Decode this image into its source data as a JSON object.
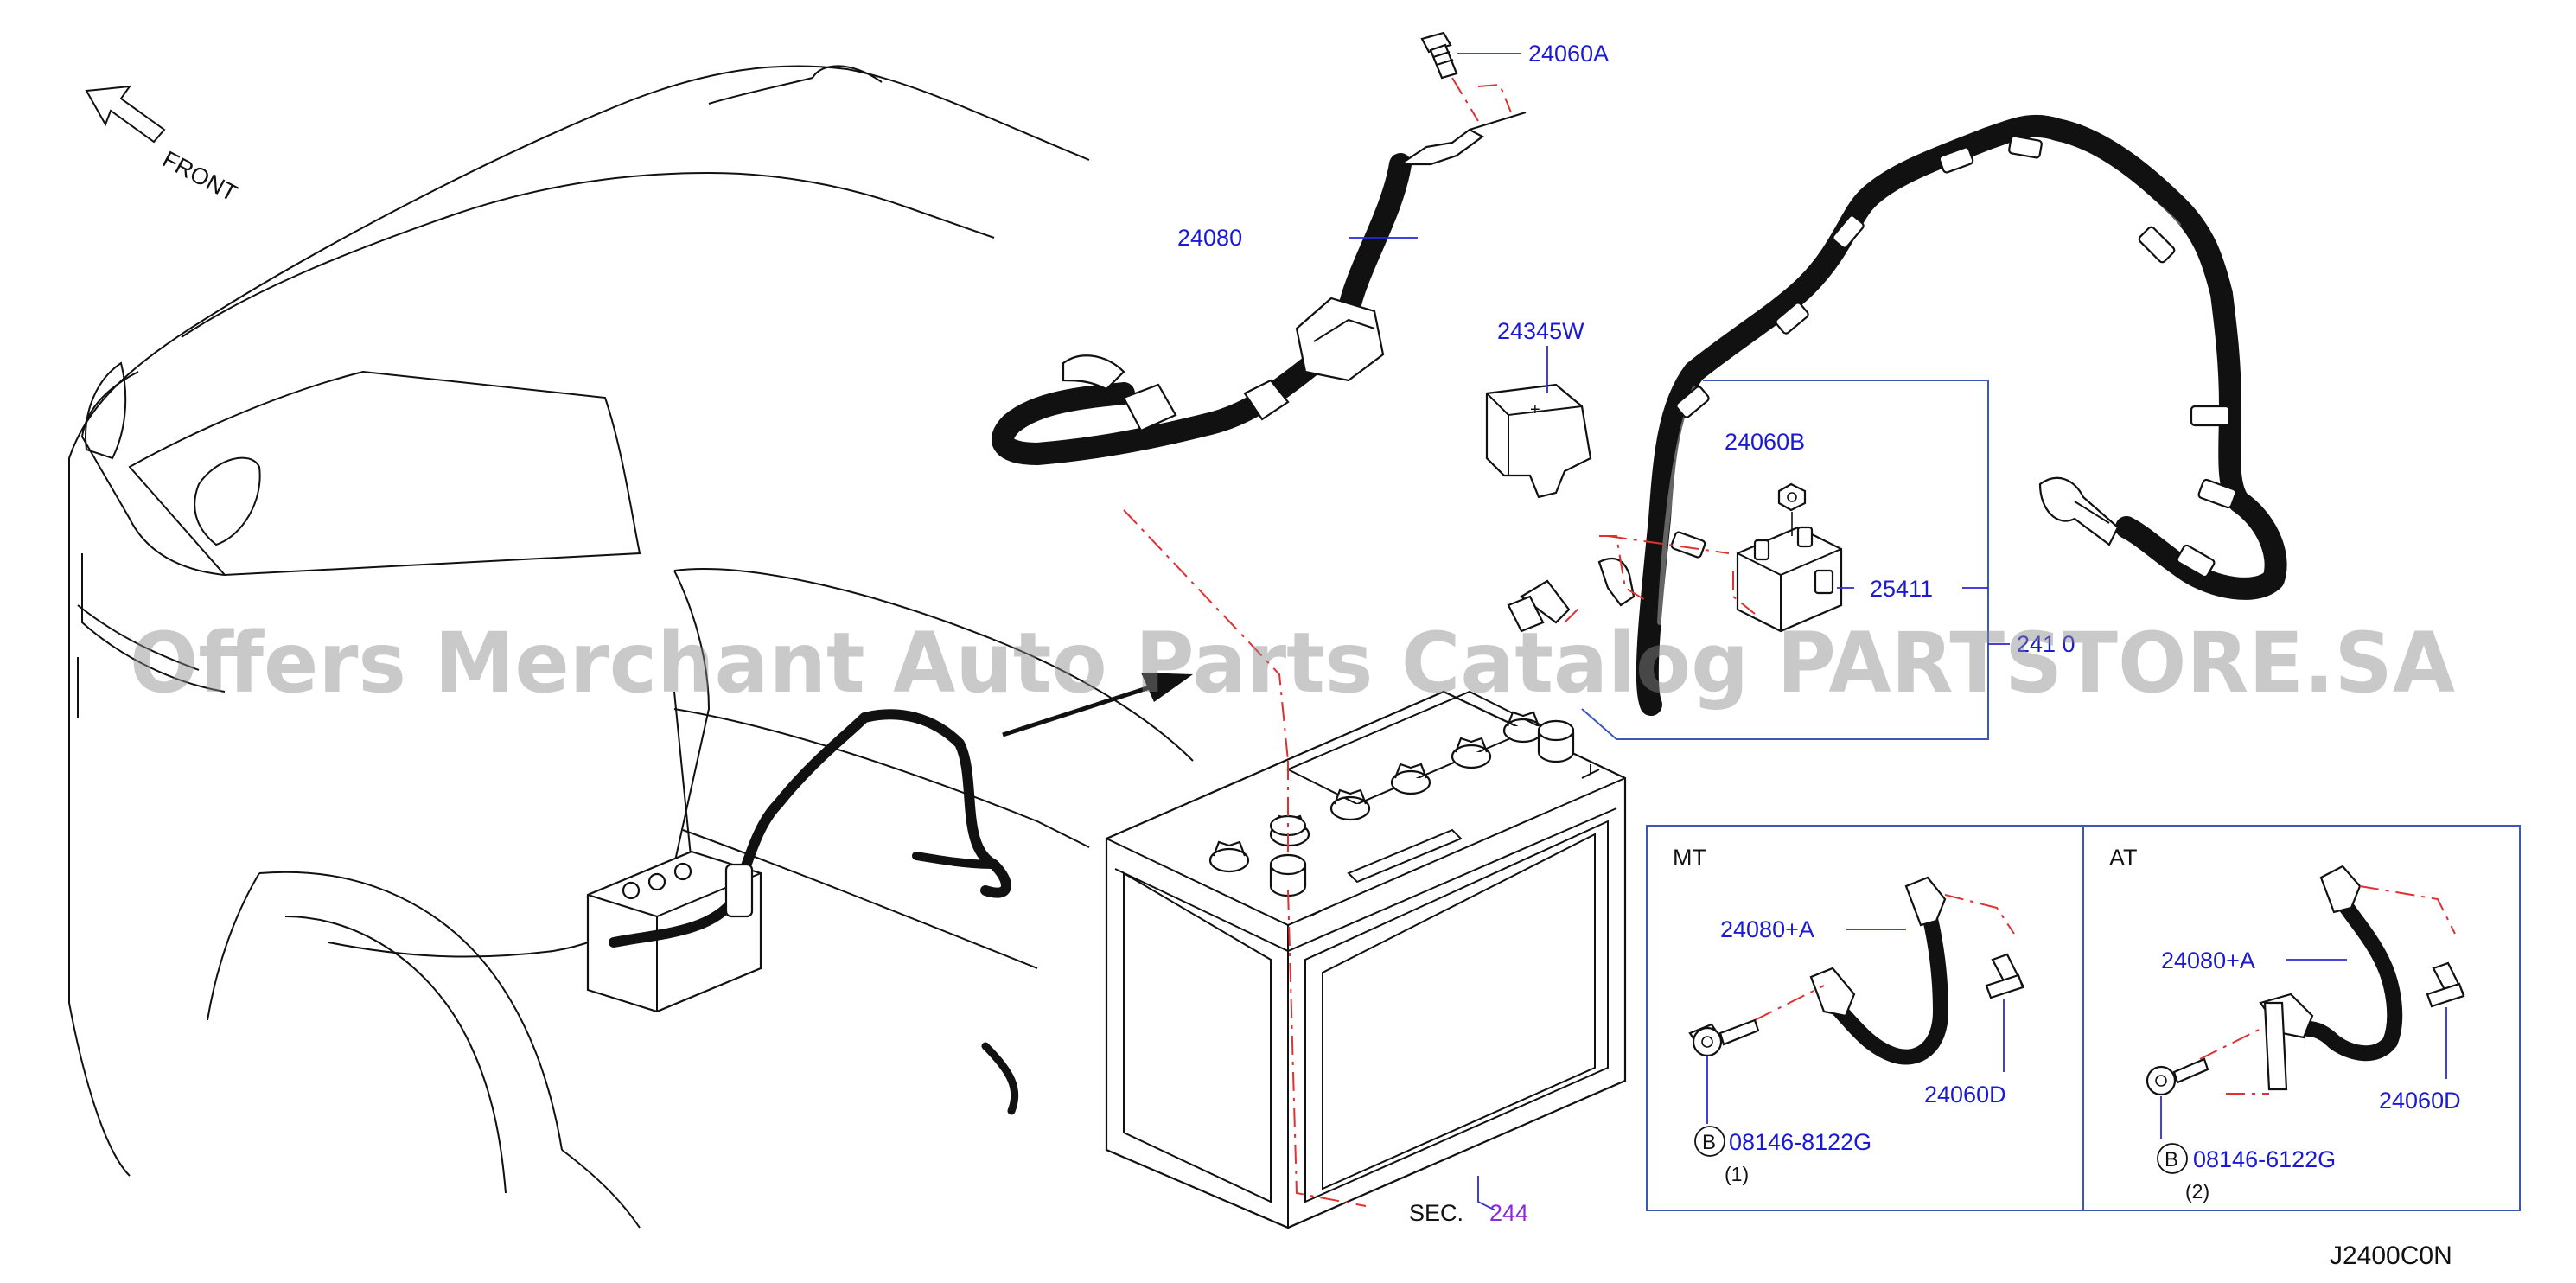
{
  "figure_code": "J2400C0N",
  "orientation_label": "FRONT",
  "watermark": "Offers Merchant Auto Parts Catalog PARTSTORE.SA",
  "colors": {
    "part_label": "#1a1ad6",
    "callout_box": "#3a58b8",
    "centerline": "#e03030",
    "section_ref": "#8a2ad8"
  },
  "callouts": {
    "p24060A": "24060A",
    "p24080": "24080",
    "p24345W": "24345W",
    "p24060B": "24060B",
    "p25411": "25411",
    "p24110": "241 0",
    "sec_prefix": "SEC.",
    "sec_num": "244"
  },
  "variants": {
    "mt": {
      "title": "MT",
      "cable": "24080+A",
      "bolt": "24060D",
      "circle": "B",
      "part": "08146-8122G",
      "qty": "(1)"
    },
    "at": {
      "title": "AT",
      "cable": "24080+A",
      "bolt": "24060D",
      "circle": "B",
      "part": "08146-6122G",
      "qty": "(2)"
    }
  }
}
